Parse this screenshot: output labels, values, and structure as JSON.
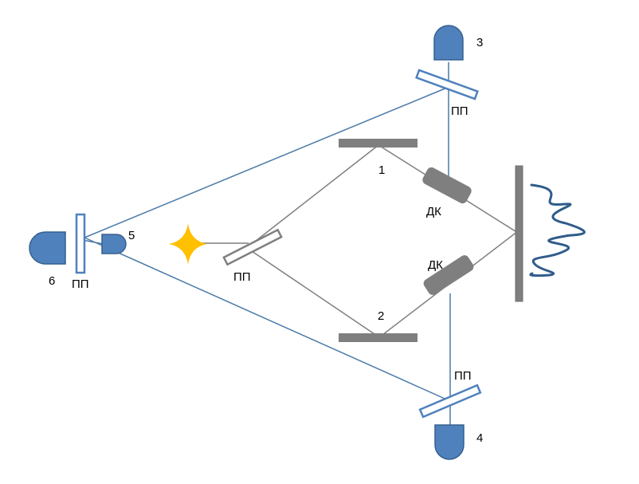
{
  "colors": {
    "beam_outer": "#4a7aa8",
    "beam_inner": "#7f7f7f",
    "mirror": "#7f7f7f",
    "detector_fill": "#4f81bd",
    "detector_stroke": "#35608f",
    "splitter_fill_white": "#ffffff",
    "splitter_blue_stroke": "#4f81bd",
    "splitter_gray_stroke": "#808080",
    "source_star": "#ffc000",
    "fringe_curve": "#2f5c8a"
  },
  "labels": {
    "detector_3": "3",
    "detector_4": "4",
    "detector_5": "5",
    "detector_6": "6",
    "mirror_1": "1",
    "mirror_2": "2",
    "splitter_top": "ПП",
    "splitter_bottom": "ПП",
    "splitter_left": "ПП",
    "splitter_center": "ПП",
    "compensator_top": "ДК",
    "compensator_bottom": "ДК"
  }
}
